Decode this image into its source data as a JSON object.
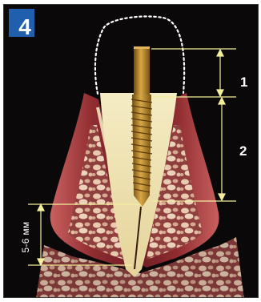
{
  "figure": {
    "badge": "4",
    "labels": {
      "one": "1",
      "two": "2",
      "depth": "5-6 мм"
    }
  },
  "colors": {
    "badge": "#1f5fae",
    "background": "#0b0809",
    "implant": "#b88a2c",
    "implant_dark": "#7a5514",
    "crown_outline": "#ffffff",
    "gum": "#a8393c",
    "bone": "#e7d9a9",
    "guide_lines": "#f3ee9c"
  }
}
